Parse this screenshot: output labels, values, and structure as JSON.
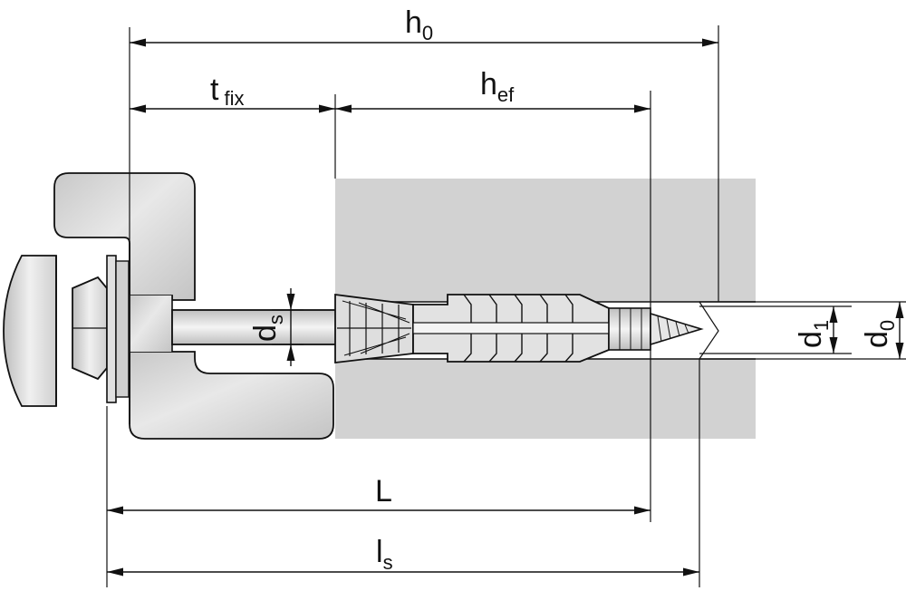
{
  "labels": {
    "h0": {
      "main": "h",
      "sub": "0"
    },
    "tfix": {
      "main": "t",
      "sub": "fix"
    },
    "hef": {
      "main": "h",
      "sub": "ef"
    },
    "ds": {
      "main": "d",
      "sub": "s"
    },
    "d1": {
      "main": "d",
      "sub": "1"
    },
    "d0": {
      "main": "d",
      "sub": "0"
    },
    "L": {
      "main": "L"
    },
    "ls": {
      "main": "l",
      "sub": "s"
    }
  },
  "colors": {
    "line": "#111111",
    "concrete": "#d2d2d2",
    "fixture": "#d6d6d6",
    "dowel": "#dcdcdc",
    "background": "#ffffff"
  }
}
